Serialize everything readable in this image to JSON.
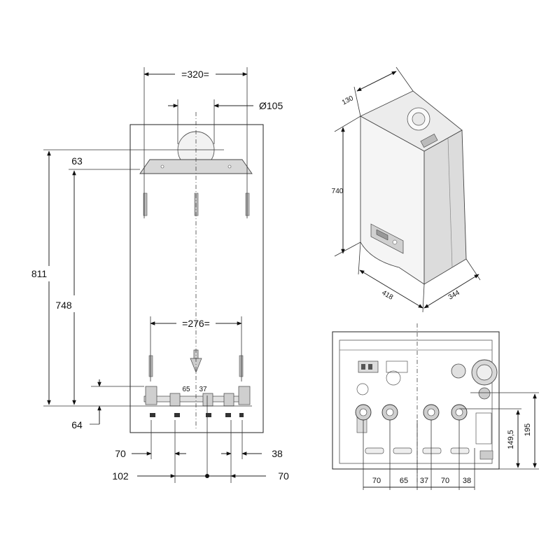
{
  "front_view": {
    "width_top": "=320=",
    "flue_diameter": "Ø105",
    "dim_63": "63",
    "height_811": "811",
    "height_748": "748",
    "width_bottom": "=276=",
    "pipe_65": "65",
    "pipe_37": "37",
    "dim_64": "64",
    "dim_70_left": "70",
    "dim_38": "38",
    "dim_102": "102",
    "dim_70_right": "70"
  },
  "iso_view": {
    "depth_top": "130",
    "height": "740",
    "width": "418",
    "depth": "344"
  },
  "bottom_view": {
    "spacing": [
      "70",
      "65",
      "37",
      "70",
      "38"
    ],
    "height_149": "149,5",
    "height_195": "195"
  }
}
